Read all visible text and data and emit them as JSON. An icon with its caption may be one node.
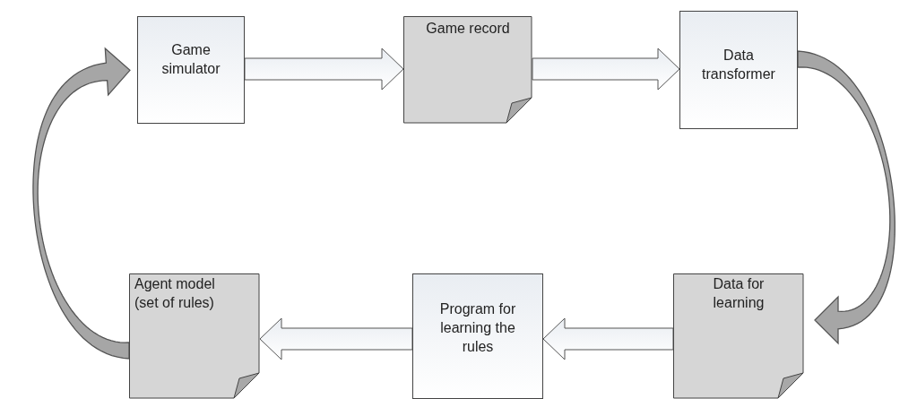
{
  "diagram": {
    "nodes": [
      {
        "text": [
          "Game simulator"
        ]
      },
      {
        "text": [
          "Game record"
        ]
      },
      {
        "text": [
          "Data transformer"
        ]
      },
      {
        "text": [
          "Agent model (set of rules)"
        ]
      },
      {
        "text": [
          "Program for learning the rules"
        ]
      },
      {
        "text": [
          "Data for learning"
        ]
      }
    ],
    "edges": [
      {
        "from": 0,
        "to": 1,
        "arrow": "to"
      },
      {
        "from": 1,
        "to": 2,
        "arrow": "to"
      },
      {
        "from": 2,
        "to": 5,
        "arrow": "to",
        "style": "thick",
        "color": "#a6a6a6"
      },
      {
        "from": 5,
        "to": 4,
        "arrow": "to"
      },
      {
        "from": 4,
        "to": 3,
        "arrow": "to"
      },
      {
        "from": 3,
        "to": 0,
        "arrow": "to",
        "style": "thick",
        "color": "#a6a6a6"
      }
    ]
  }
}
